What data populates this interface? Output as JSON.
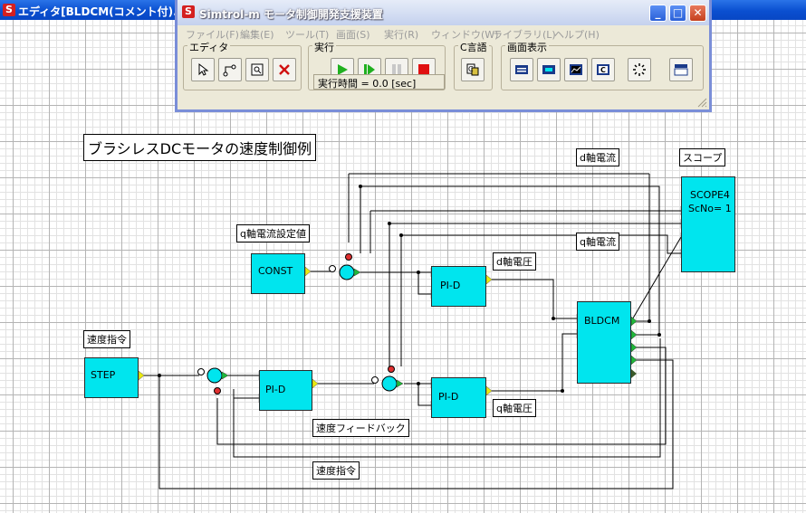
{
  "editor_window": {
    "title": "エディタ[BLDCM(コメント付).ktd",
    "logo": "S"
  },
  "diagram": {
    "title": "ブラシレスDCモータの速度制御例",
    "blocks": {
      "const": "CONST",
      "step": "STEP",
      "pid1": "PI-D",
      "pid2": "PI-D",
      "pid3": "PI-D",
      "bldcm": "BLDCM",
      "scope_name": "SCOPE4",
      "scope_no": "ScNo= 1"
    },
    "labels": {
      "q_current_setpoint": "q軸電流設定値",
      "speed_command_top": "速度指令",
      "d_current": "d軸電流",
      "q_current": "q軸電流",
      "scope": "スコープ",
      "d_voltage": "d軸電圧",
      "q_voltage": "q軸電圧",
      "speed_feedback": "速度フィードバック",
      "speed_command_bottom": "速度指令"
    }
  },
  "main_window": {
    "title": "Simtrol-m モータ制御開発支援装置",
    "logo": "S",
    "menu": [
      "ファイル(F)",
      "編集(E)",
      "ツール(T)",
      "画面(S)",
      "実行(R)",
      "ウィンドウ(W)",
      "ライブラリ(L)",
      "ヘルプ(H)"
    ],
    "groups": {
      "editor": "エディタ",
      "run": "実行",
      "c_lang": "C言語",
      "display": "画面表示"
    },
    "runtime": "実行時間 = 0.0 [sec]",
    "colors": {
      "run_green": "#20b020",
      "stop_red": "#e01010",
      "delete_red": "#d01010"
    }
  }
}
